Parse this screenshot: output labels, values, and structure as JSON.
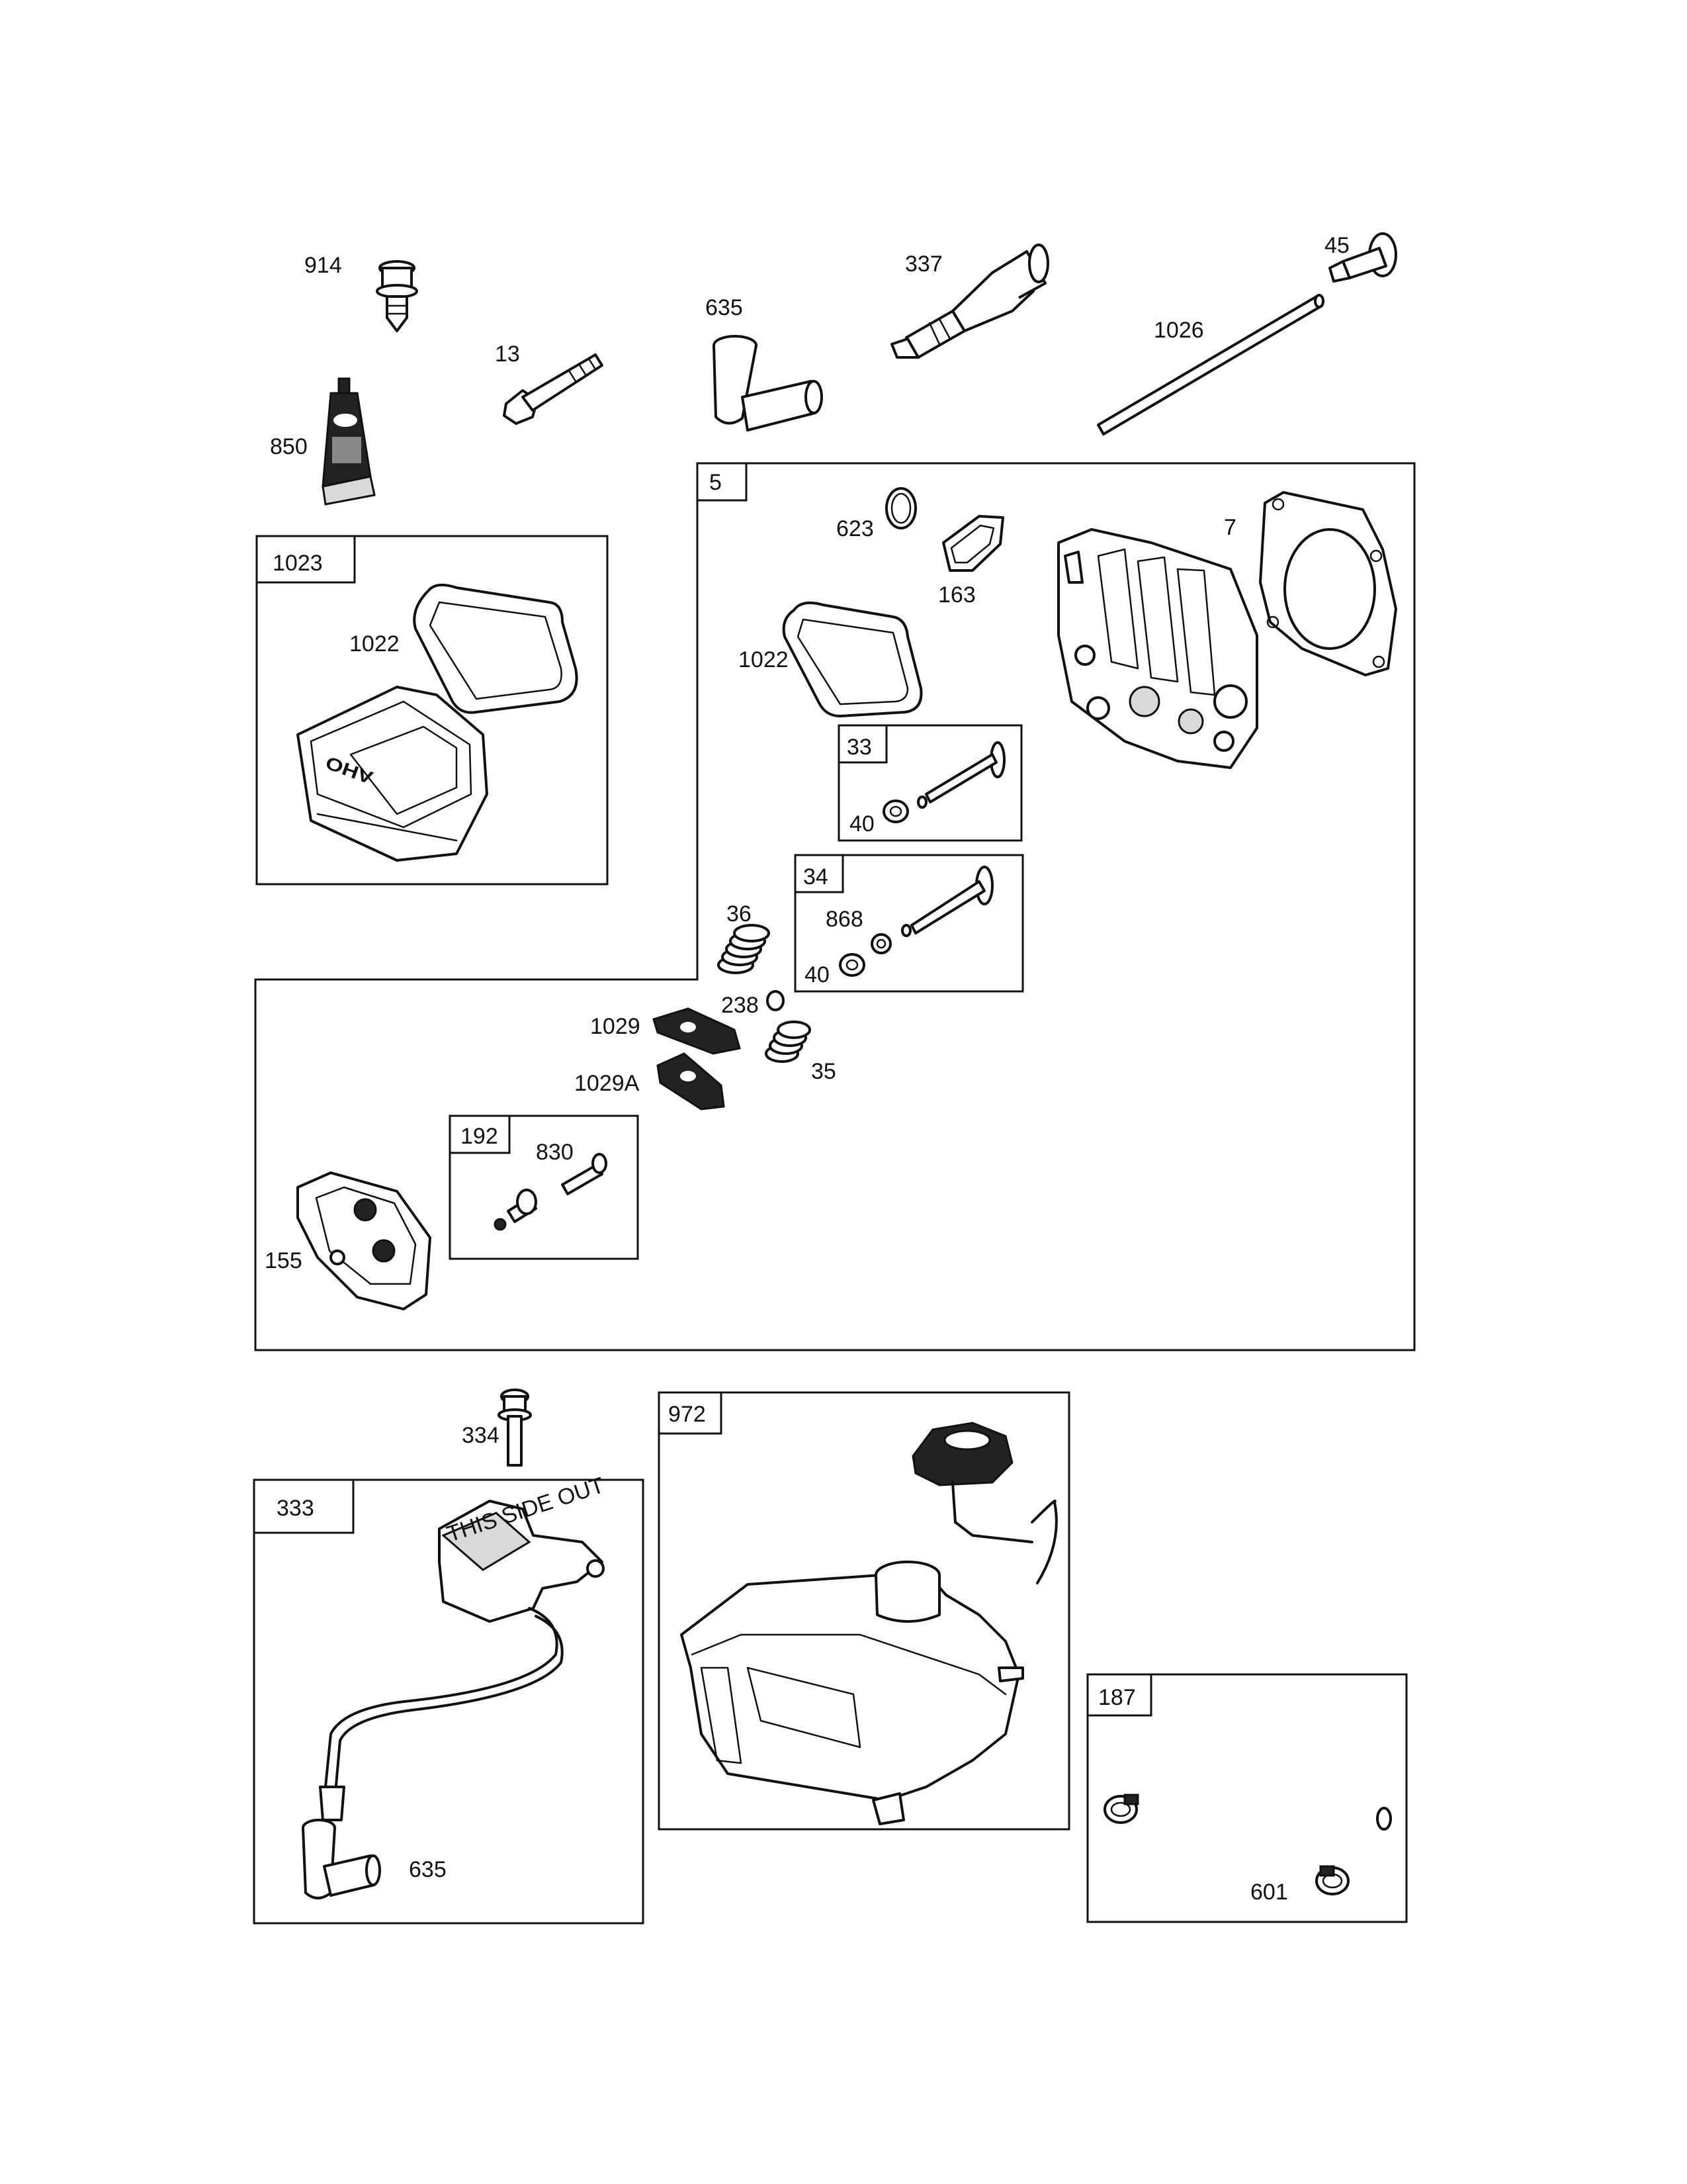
{
  "labels": {
    "p914": "914",
    "p850": "850",
    "p13": "13",
    "p635_top": "635",
    "p337": "337",
    "p45": "45",
    "p1026": "1026",
    "p5": "5",
    "p623": "623",
    "p163": "163",
    "p7": "7",
    "p1022_head": "1022",
    "p33": "33",
    "p40_a": "40",
    "p34": "34",
    "p868": "868",
    "p40_b": "40",
    "p36": "36",
    "p238": "238",
    "p1029": "1029",
    "p1029A": "1029A",
    "p35": "35",
    "p192": "192",
    "p830": "830",
    "p155": "155",
    "p1023": "1023",
    "p1022_cover": "1022",
    "p334": "334",
    "p333": "333",
    "p635_bottom": "635",
    "p972": "972",
    "p187": "187",
    "p601": "601"
  },
  "embossed": {
    "valve_cover_logo": "OHV",
    "coil_stamp": "THIS SIDE OUT"
  }
}
